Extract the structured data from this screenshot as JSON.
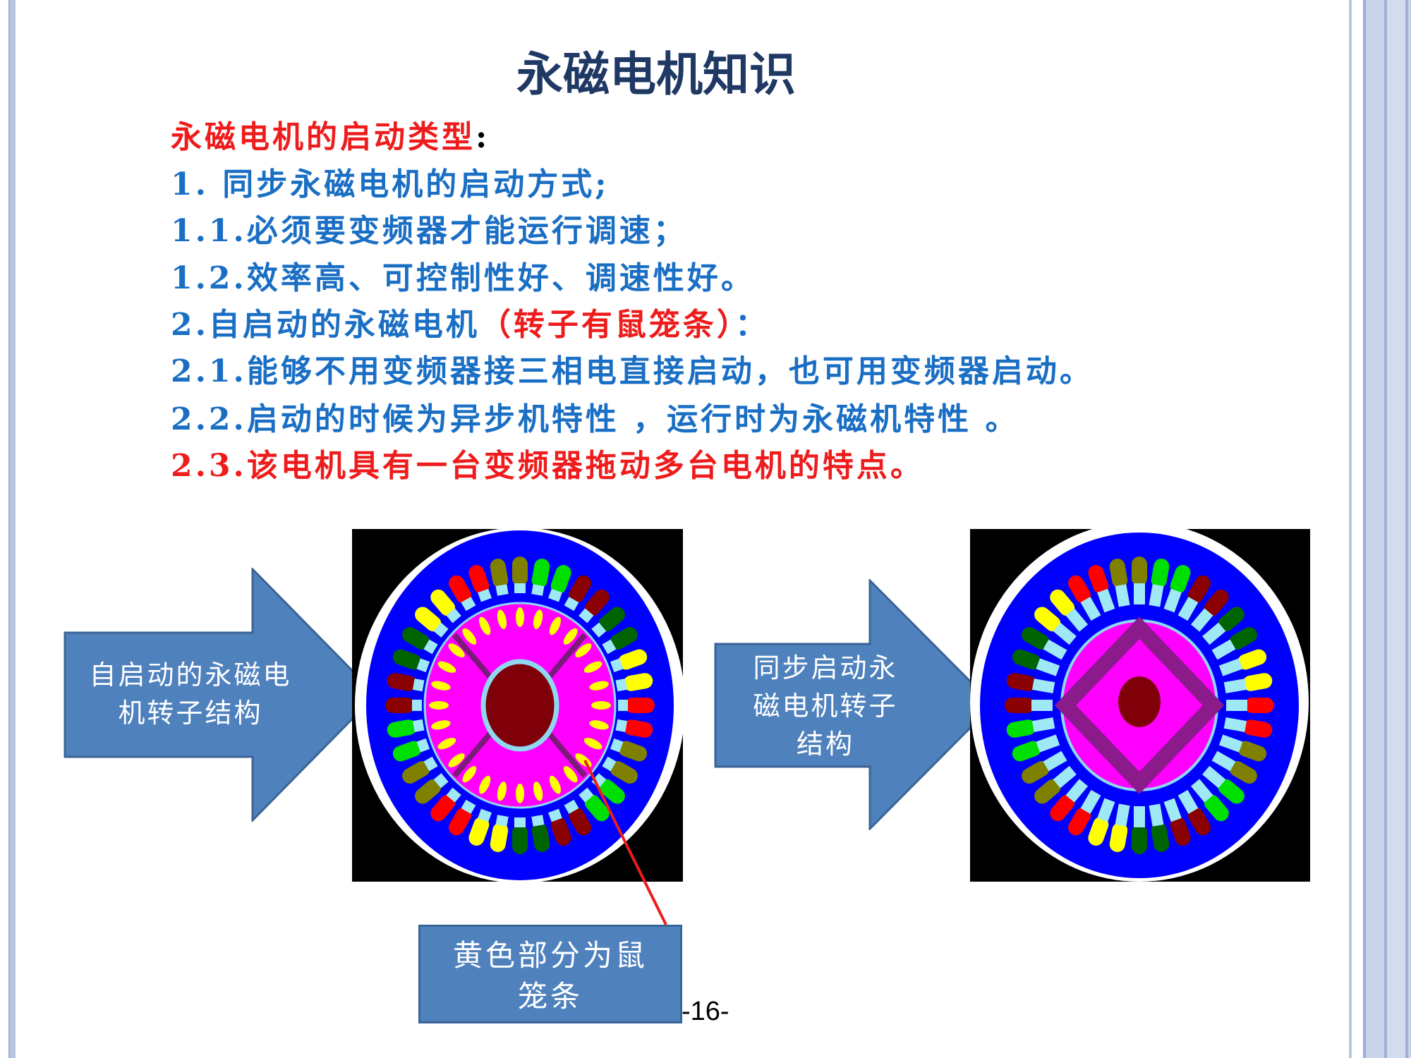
{
  "title": "永磁电机知识",
  "heading": {
    "text": "永磁电机的启动类型",
    "colon": ":"
  },
  "lines": [
    {
      "text": "1.  同步永磁电机的启动方式;"
    },
    {
      "text": "1.1.必须要变频器才能运行调速；"
    },
    {
      "text": "1.2.效率高、可控制性好、调速性好。"
    },
    {
      "text": "2.自启动的永磁电机",
      "red_part": "（转子有鼠笼条）",
      "tail": "："
    },
    {
      "text": " 2.1.能够不用变频器接三相电直接启动，也可用变频器启动。"
    },
    {
      "text": "2.2.启动的时候为异步机特性 ，运行时为永磁机特性 。"
    },
    {
      "text": "2.3.该电机具有一台变频器拖动多台电机的特点。"
    }
  ],
  "arrows": {
    "left": {
      "label_line1": "自启动的永磁电",
      "label_line2": "机转子结构"
    },
    "right": {
      "label_line1": "同步启动永",
      "label_line2": "磁电机转子",
      "label_line3": "结构"
    }
  },
  "callout": {
    "line1": "黄色部分为鼠",
    "line2": "笼条"
  },
  "page_number": "-16-",
  "colors": {
    "title": "#1f3864",
    "body": "#1a6fc4",
    "accent": "#ee1c1c",
    "shape": "#4f81bd"
  }
}
